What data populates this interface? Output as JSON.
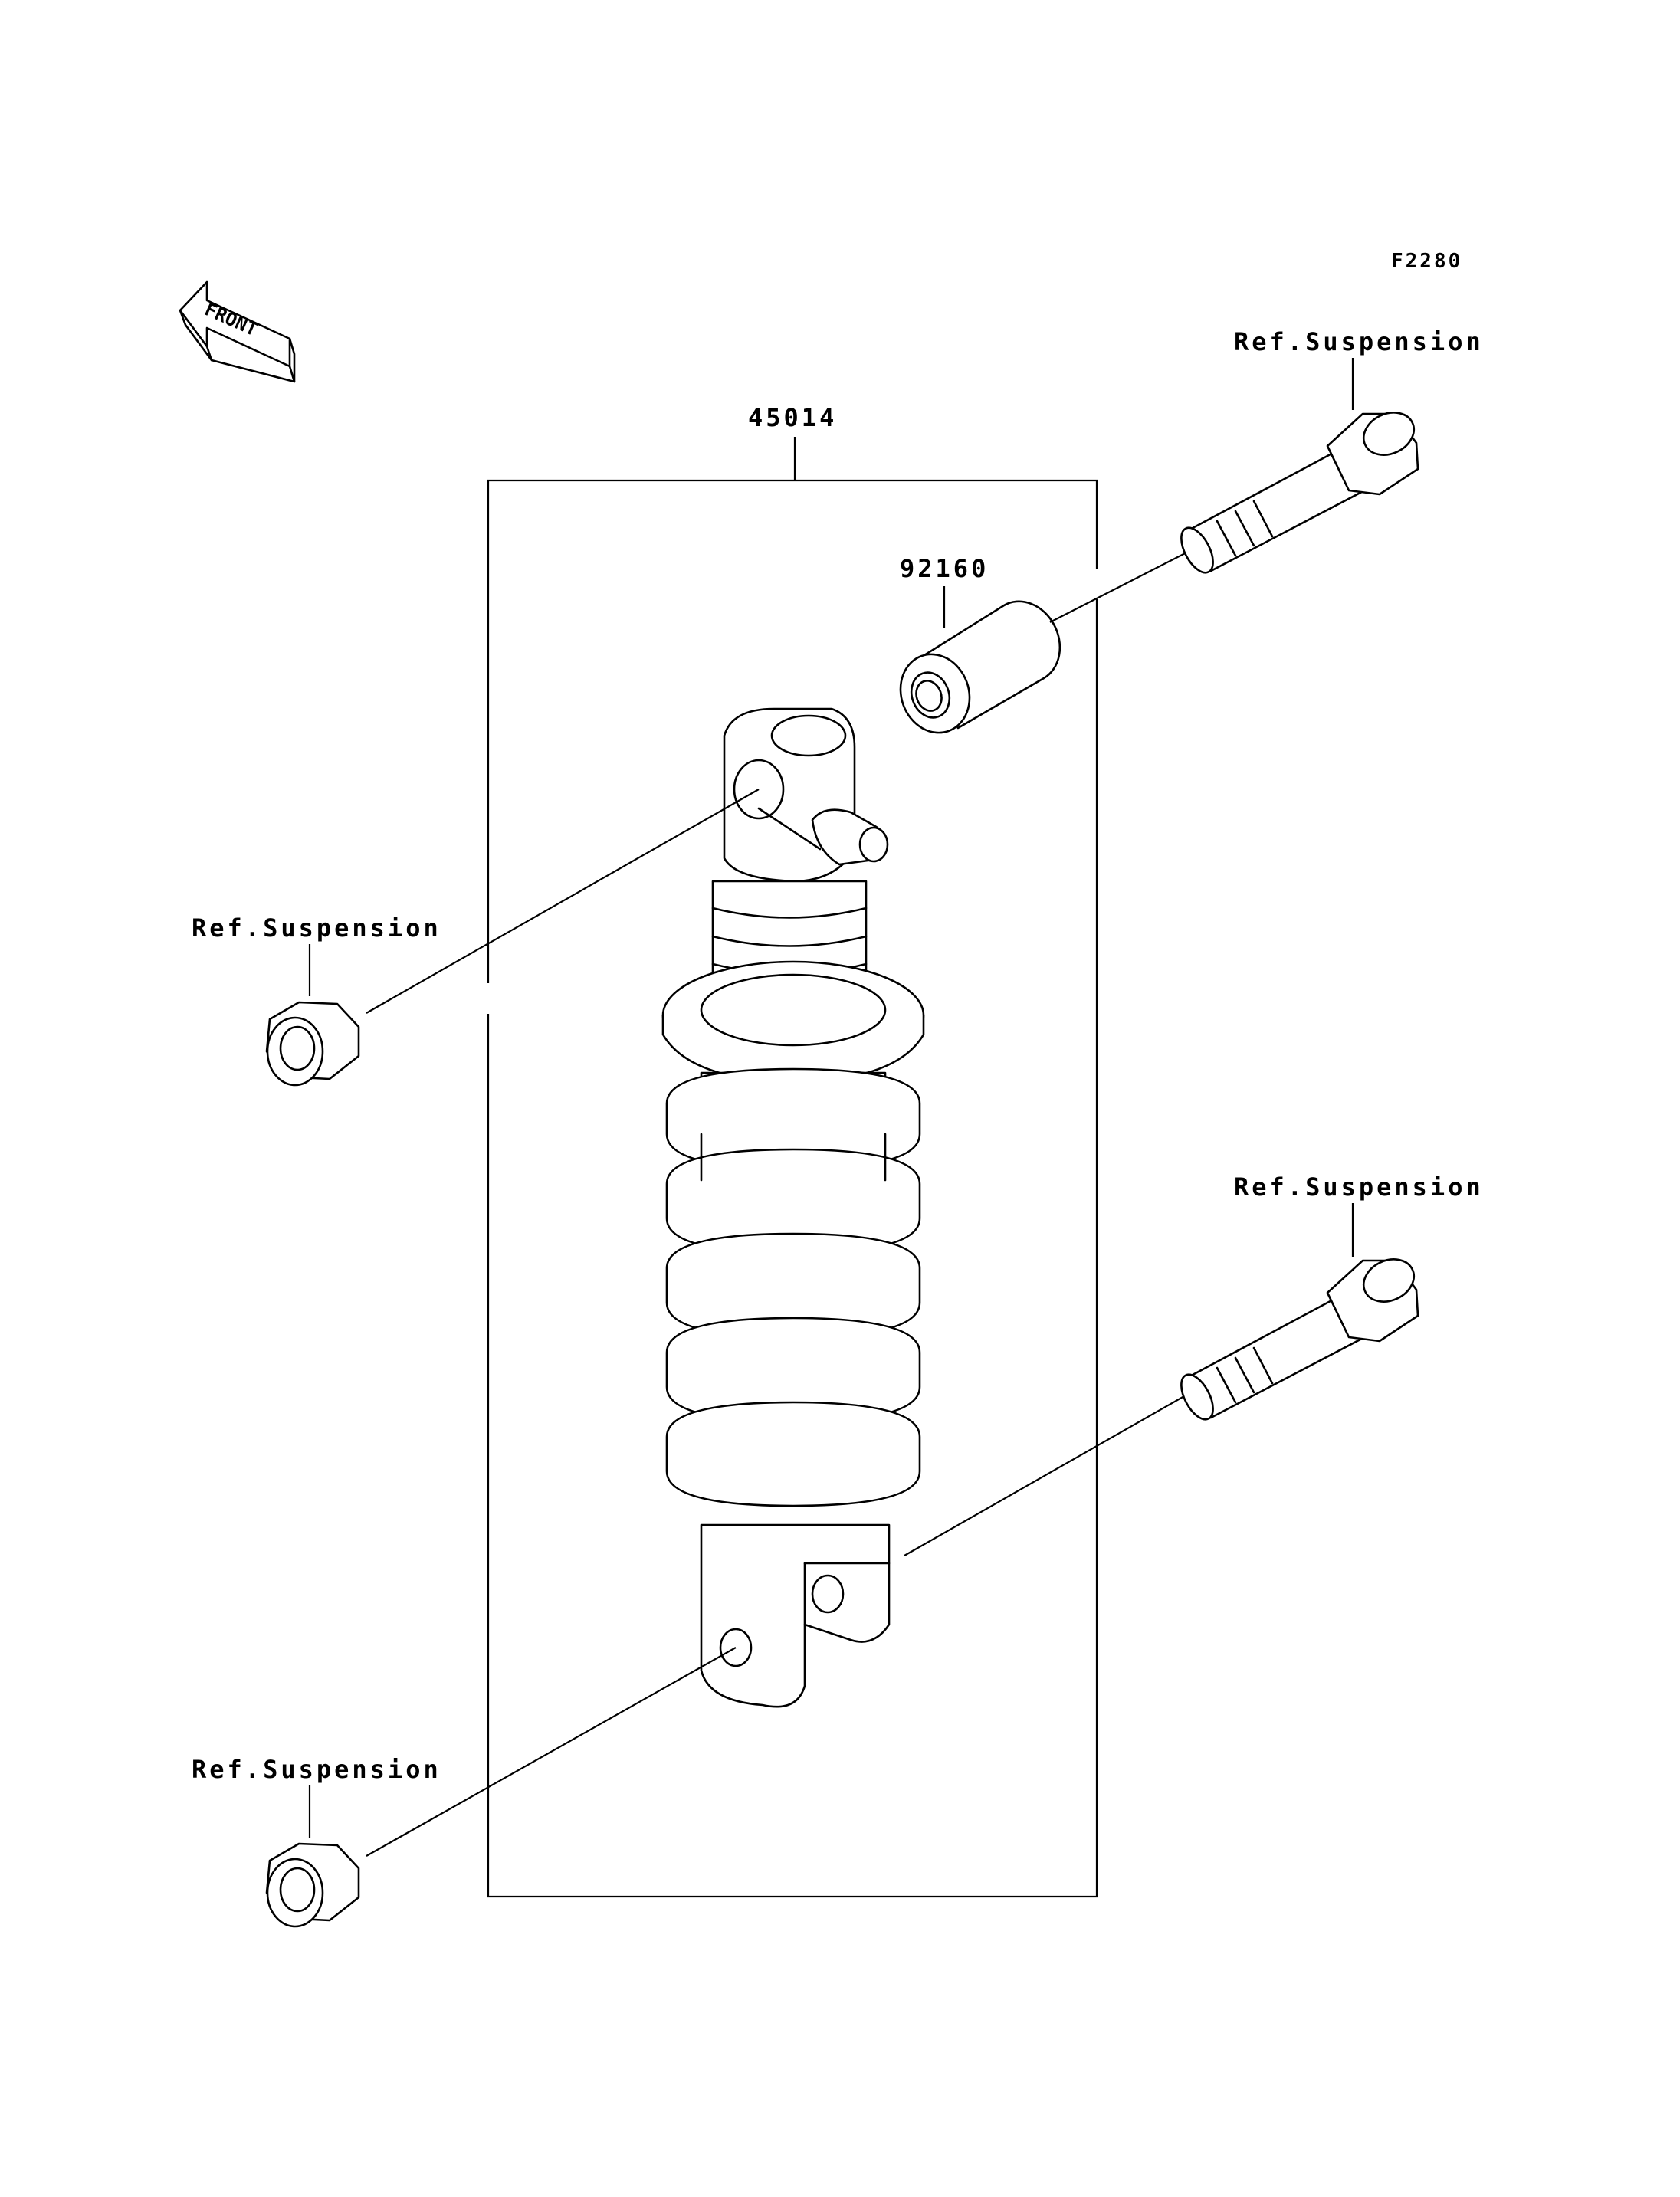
{
  "diagram_code": "F2280",
  "front_marker": "FRONT",
  "parts": {
    "shock_assembly": "45014",
    "bushing": "92160"
  },
  "references": {
    "top_bolt": "Ref.Suspension",
    "top_nut": "Ref.Suspension",
    "bottom_bolt": "Ref.Suspension",
    "bottom_nut": "Ref.Suspension"
  }
}
